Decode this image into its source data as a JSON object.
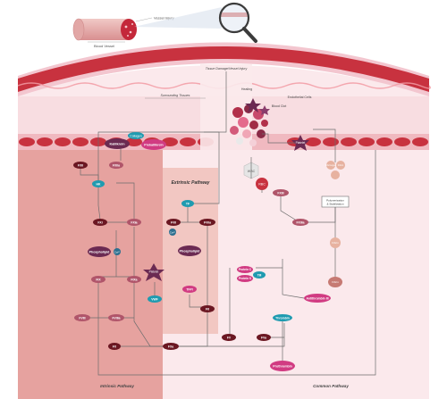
{
  "header": {
    "vessel_injury_label": "Vessel Injury",
    "blood_vessel_label": "Blood Vessel"
  },
  "vessel": {
    "tissue_damage_label": "Tissue Damage/Vessel Injury",
    "surrounding_tissues_label": "Surrounding Tissues",
    "healing_label": "Healing",
    "endothelial_cells_label": "Endothelial Cells",
    "blood_clot_label": "Blood Clot"
  },
  "pathways": {
    "extrinsic_title": "Extrinsic Pathway",
    "intrinsic_title": "Intrinsic Pathway",
    "common_title": "Common Pathway"
  },
  "nodes": {
    "collagen": "Collagen",
    "kallikrein": "Kallikrein",
    "prekallikrein": "Prekallikrein",
    "fxii": "FXII",
    "fxiia": "FXIIa",
    "hk": "HK",
    "fxi": "FXI",
    "fxia": "FXIa",
    "phospholipid_intrinsic": "Phospholipid",
    "ca_intrinsic": "Ca²⁺",
    "fix": "FIX",
    "fixa": "FIXa",
    "platelet": "Platelet",
    "vwf": "VWF",
    "fviii": "FVIII",
    "fviiia": "FVIIIa",
    "fx": "FX",
    "fxa": "FXa",
    "tf": "TF",
    "fvii": "FVII",
    "fviia": "FVIIa",
    "ca_extrinsic": "Ca²⁺",
    "phospholipid_extrinsic": "Phospholipid",
    "tfpi": "TFPI",
    "fii": "FII",
    "rbc": "RBC",
    "wbc": "WBC",
    "platelet_right": "Platelet",
    "fxiii": "FXIII",
    "fxiiia": "FXIIIa",
    "fibrinogen": "Fibrinogen",
    "fibrin": "Fibrin",
    "polymerization_line1": "Polymerization",
    "polymerization_line2": "& Stabilization",
    "fibrin_monomer": "Fibrin",
    "fibrin_polymer": "Fibrin",
    "protein_c": "Protein C",
    "protein_s": "Protein S",
    "tm": "TM",
    "antithrombin": "Antithrombin III",
    "fv": "FV",
    "fva": "FVa",
    "thrombin": "Thrombin",
    "prothrombin": "Prothrombin"
  },
  "colors": {
    "vessel_wall": "#c8323f",
    "tissue_pink": "#f8dde1",
    "intrinsic_bg": "#e6a29f",
    "extrinsic_bg": "#f2c7c2",
    "dark_factor": "#6b1722",
    "rose_factor": "#b0556a",
    "teal": "#1f9bb0",
    "magenta": "#d13b82",
    "plum": "#6b2a52",
    "grey_cell": "#dcdcdc"
  }
}
